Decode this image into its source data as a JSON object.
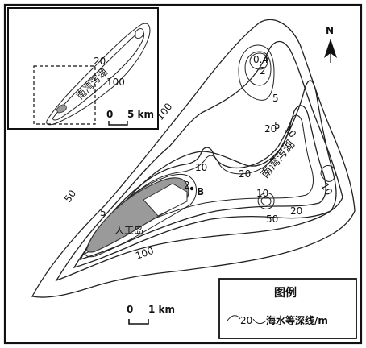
{
  "labels": {
    "d100_a": "100",
    "d100_b": "100",
    "d50_a": "50",
    "d50_b": "50",
    "d20_a": "20",
    "d20_b": "20",
    "d10_a": "10",
    "d10_b": "10",
    "d10_c": "10",
    "d10_d": "10",
    "d5_a": "5",
    "d5_b": "5",
    "d5_c": "5",
    "d2_a": "2",
    "d2_b": "2",
    "d0_4": "0.4",
    "d20_c": "20",
    "point_b": "B"
  },
  "lake_name": "南湾泻湖",
  "island_name": "人工岛",
  "north": "N",
  "scale_main": {
    "zero": "0",
    "value": "1 km"
  },
  "inset": {
    "label_20": "20",
    "label_100": "100",
    "lake_name": "南湾泻湖",
    "scale_zero": "0",
    "scale_value": "5 km"
  },
  "legend": {
    "title": "图例",
    "sample_value": "20",
    "description": "海水等深线/m"
  }
}
